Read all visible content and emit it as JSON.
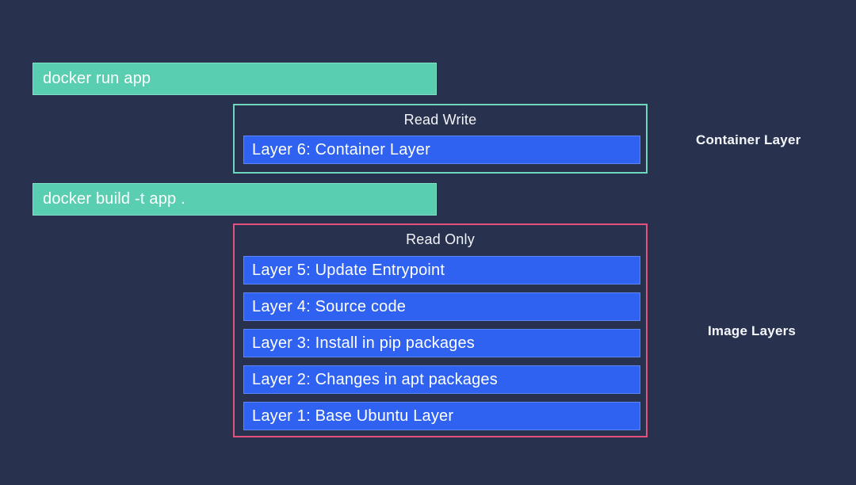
{
  "theme": {
    "background": "#28324f",
    "command_fill": "#59ceb0",
    "command_border": "#7fe0c6",
    "layer_fill": "#2f62f0",
    "layer_border": "#5a86f7",
    "read_write_border": "#6fd6bb",
    "read_only_border": "#e3527f",
    "text": "#ffffff"
  },
  "commands": [
    {
      "id": "run",
      "text": "docker run app"
    },
    {
      "id": "build",
      "text": "docker build -t app ."
    }
  ],
  "groups": [
    {
      "id": "read-write",
      "title": "Read Write",
      "side_label": "Container Layer",
      "layers": [
        {
          "number": 6,
          "label": "Layer 6: Container Layer"
        }
      ]
    },
    {
      "id": "read-only",
      "title": "Read Only",
      "side_label": "Image Layers",
      "layers": [
        {
          "number": 5,
          "label": "Layer 5: Update Entrypoint"
        },
        {
          "number": 4,
          "label": "Layer 4: Source code"
        },
        {
          "number": 3,
          "label": "Layer 3: Install in pip packages"
        },
        {
          "number": 2,
          "label": "Layer 2: Changes in apt packages"
        },
        {
          "number": 1,
          "label": "Layer 1: Base Ubuntu Layer"
        }
      ]
    }
  ]
}
